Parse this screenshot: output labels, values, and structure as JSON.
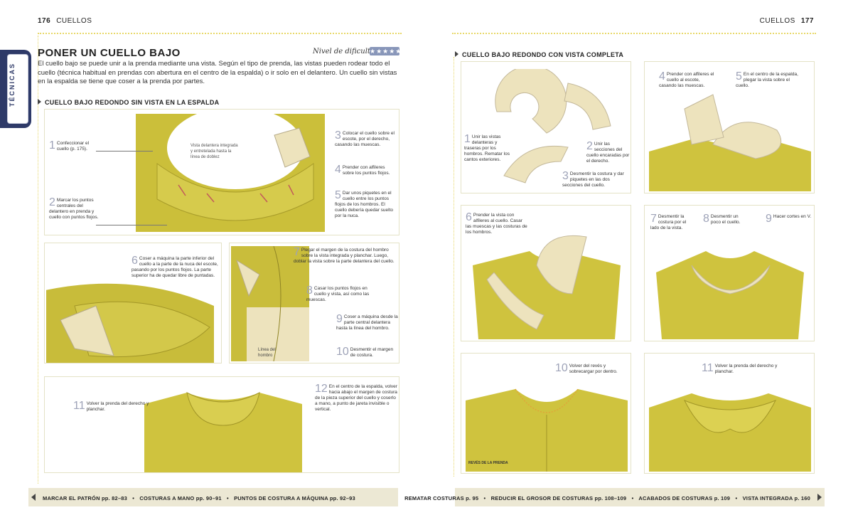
{
  "header": {
    "left_page": "176",
    "left_section": "CUELLOS",
    "right_section": "CUELLOS",
    "right_page": "177"
  },
  "side_tab": "TÉCNICAS",
  "title": "PONER UN CUELLO BAJO",
  "difficulty": {
    "label": "Nivel de dificultad",
    "stars": "★★★★★"
  },
  "intro": "El cuello bajo se puede unir a la prenda mediante una vista. Según el tipo de prenda, las vistas pueden rodear todo el cuello (técnica habitual en prendas con abertura en el centro de la espalda) o ir solo en el delantero. Un cuello sin vistas en la espalda se tiene que coser a la prenda por partes.",
  "section_left": "CUELLO BAJO REDONDO SIN VISTA EN LA ESPALDA",
  "section_right": "CUELLO BAJO REDONDO CON VISTA COMPLETA",
  "left_steps": {
    "s1": {
      "n": "1",
      "t": "Confeccionar el cuello (p. 175)."
    },
    "s2": {
      "n": "2",
      "t": "Marcar los puntos centrales del delantero en prenda y cuello con puntos flojos."
    },
    "vista_label": "Vista delantera integrada y entretelada hasta la línea de doblez",
    "s3": {
      "n": "3",
      "t": "Colocar el cuello sobre el escote, por el derecho, casando las muescas."
    },
    "s4": {
      "n": "4",
      "t": "Prender con alfileres sobre los puntos flojos."
    },
    "s5": {
      "n": "5",
      "t": "Dar unos piquetes en el cuello entre los puntos flojos de los hombros. El cuello debería quedar suelto por la nuca."
    },
    "s6": {
      "n": "6",
      "t": "Coser a máquina la parte inferior del cuello a la parte de la nuca del escote, pasando por los puntos flojos. La parte superior ha de quedar libre de puntadas."
    },
    "s7": {
      "n": "7",
      "t": "Plegar el margen de la costura del hombro sobre la vista integrada y planchar. Luego, doblar la vista sobre la parte delantera del cuello."
    },
    "s8": {
      "n": "8",
      "t": "Casar los puntos flojos en cuello y vista, así como las muescas."
    },
    "s9": {
      "n": "9",
      "t": "Coser a máquina desde la parte central delantera hasta la línea del hombro."
    },
    "s10": {
      "n": "10",
      "t": "Desmentir el margen de costura."
    },
    "shoulder_label": "Línea del hombro",
    "s11": {
      "n": "11",
      "t": "Volver la prenda del derecho y planchar."
    },
    "s12": {
      "n": "12",
      "t": "En el centro de la espalda, volver hacia abajo el margen de costura de la pieza superior del cuello y coserlo a mano, a punto de jareta invisible o vertical."
    }
  },
  "right_steps": {
    "s1": {
      "n": "1",
      "t": "Unir las vistas delanteras y traseras por los hombros. Rematar los cantos exteriores."
    },
    "s2": {
      "n": "2",
      "t": "Unir las secciones del cuello encaradas por el derecho."
    },
    "s3": {
      "n": "3",
      "t": "Desmentir la costura y dar piquetes en las dos secciones del cuello."
    },
    "s4": {
      "n": "4",
      "t": "Prender con alfileres el cuello al escote, casando las muescas."
    },
    "s5": {
      "n": "5",
      "t": "En el centro de la espalda, plegar la vista sobre el cuello."
    },
    "s6": {
      "n": "6",
      "t": "Prender la vista con alfileres al cuello. Casar las muescas y las costuras de los hombros."
    },
    "s7": {
      "n": "7",
      "t": "Desmentir la costura por el lado de la vista."
    },
    "s8": {
      "n": "8",
      "t": "Desmentir un poco el cuello."
    },
    "s9": {
      "n": "9",
      "t": "Hacer cortes en V."
    },
    "s10": {
      "n": "10",
      "t": "Volver del revés y sobrecargar por dentro."
    },
    "reves_label": "REVÉS DE LA PRENDA",
    "s11": {
      "n": "11",
      "t": "Volver la prenda del derecho y planchar."
    }
  },
  "footer": {
    "left": [
      "MARCAR EL PATRÓN pp. 82–83",
      "COSTURAS A MANO pp. 90–91",
      "PUNTOS DE COSTURA A MÁQUINA pp. 92–93"
    ],
    "right": [
      "REMATAR COSTURAS p. 95",
      "REDUCIR EL GROSOR DE COSTURAS pp. 108–109",
      "ACABADOS DE COSTURAS p. 109",
      "VISTA INTEGRADA p. 160"
    ],
    "separator": "•"
  },
  "colors": {
    "fabric": "#cfc33e",
    "fabric_light": "#ede3bd",
    "tab": "#2e3a68",
    "step_number": "#9ea3b8",
    "footer_bg": "#ece8d4"
  }
}
